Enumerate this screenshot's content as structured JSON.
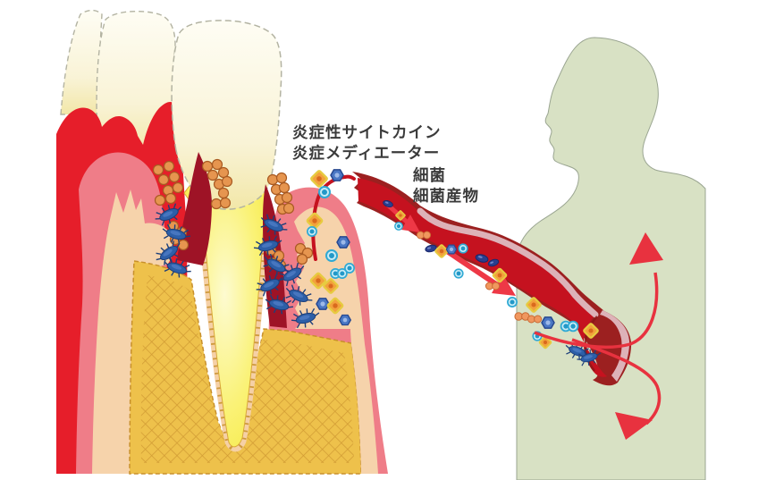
{
  "labels": {
    "cytokines_line1": "炎症性サイトカイン",
    "cytokines_line2": "炎症メディエーター",
    "bacteria_line1": "細菌",
    "bacteria_line2": "細菌産物"
  },
  "icons": {
    "cytokine-diamond-icon": "#f2a13c",
    "mediator-hexagon-icon": "#4a77c4",
    "cytokine-circle-icon": "#2fa9d4",
    "bacterial-product-icon": "#f0975e",
    "bacterium-rod-icon": "#2d5fa8",
    "plaque-icon": "#e6954f"
  },
  "colors": {
    "background": "#ffffff",
    "silhouette": "#d8e1c4",
    "silhouette_outline": "#9aa591",
    "vessel_wall": "#9c2020",
    "blood": "#c5121f",
    "vessel_lining": "#ddb2b8",
    "arrow": "#e8323f",
    "flow_arrow": "#ee3846",
    "gum_outer": "#e61e2a",
    "gum_mid": "#ef7d88",
    "gum_inner": "#f6d3ab",
    "pocket": "#9e1326",
    "bone": "#eec14b",
    "bone_line": "#c8902c",
    "tooth_root": "#f8ee4e",
    "capillary": "#c5121f"
  }
}
